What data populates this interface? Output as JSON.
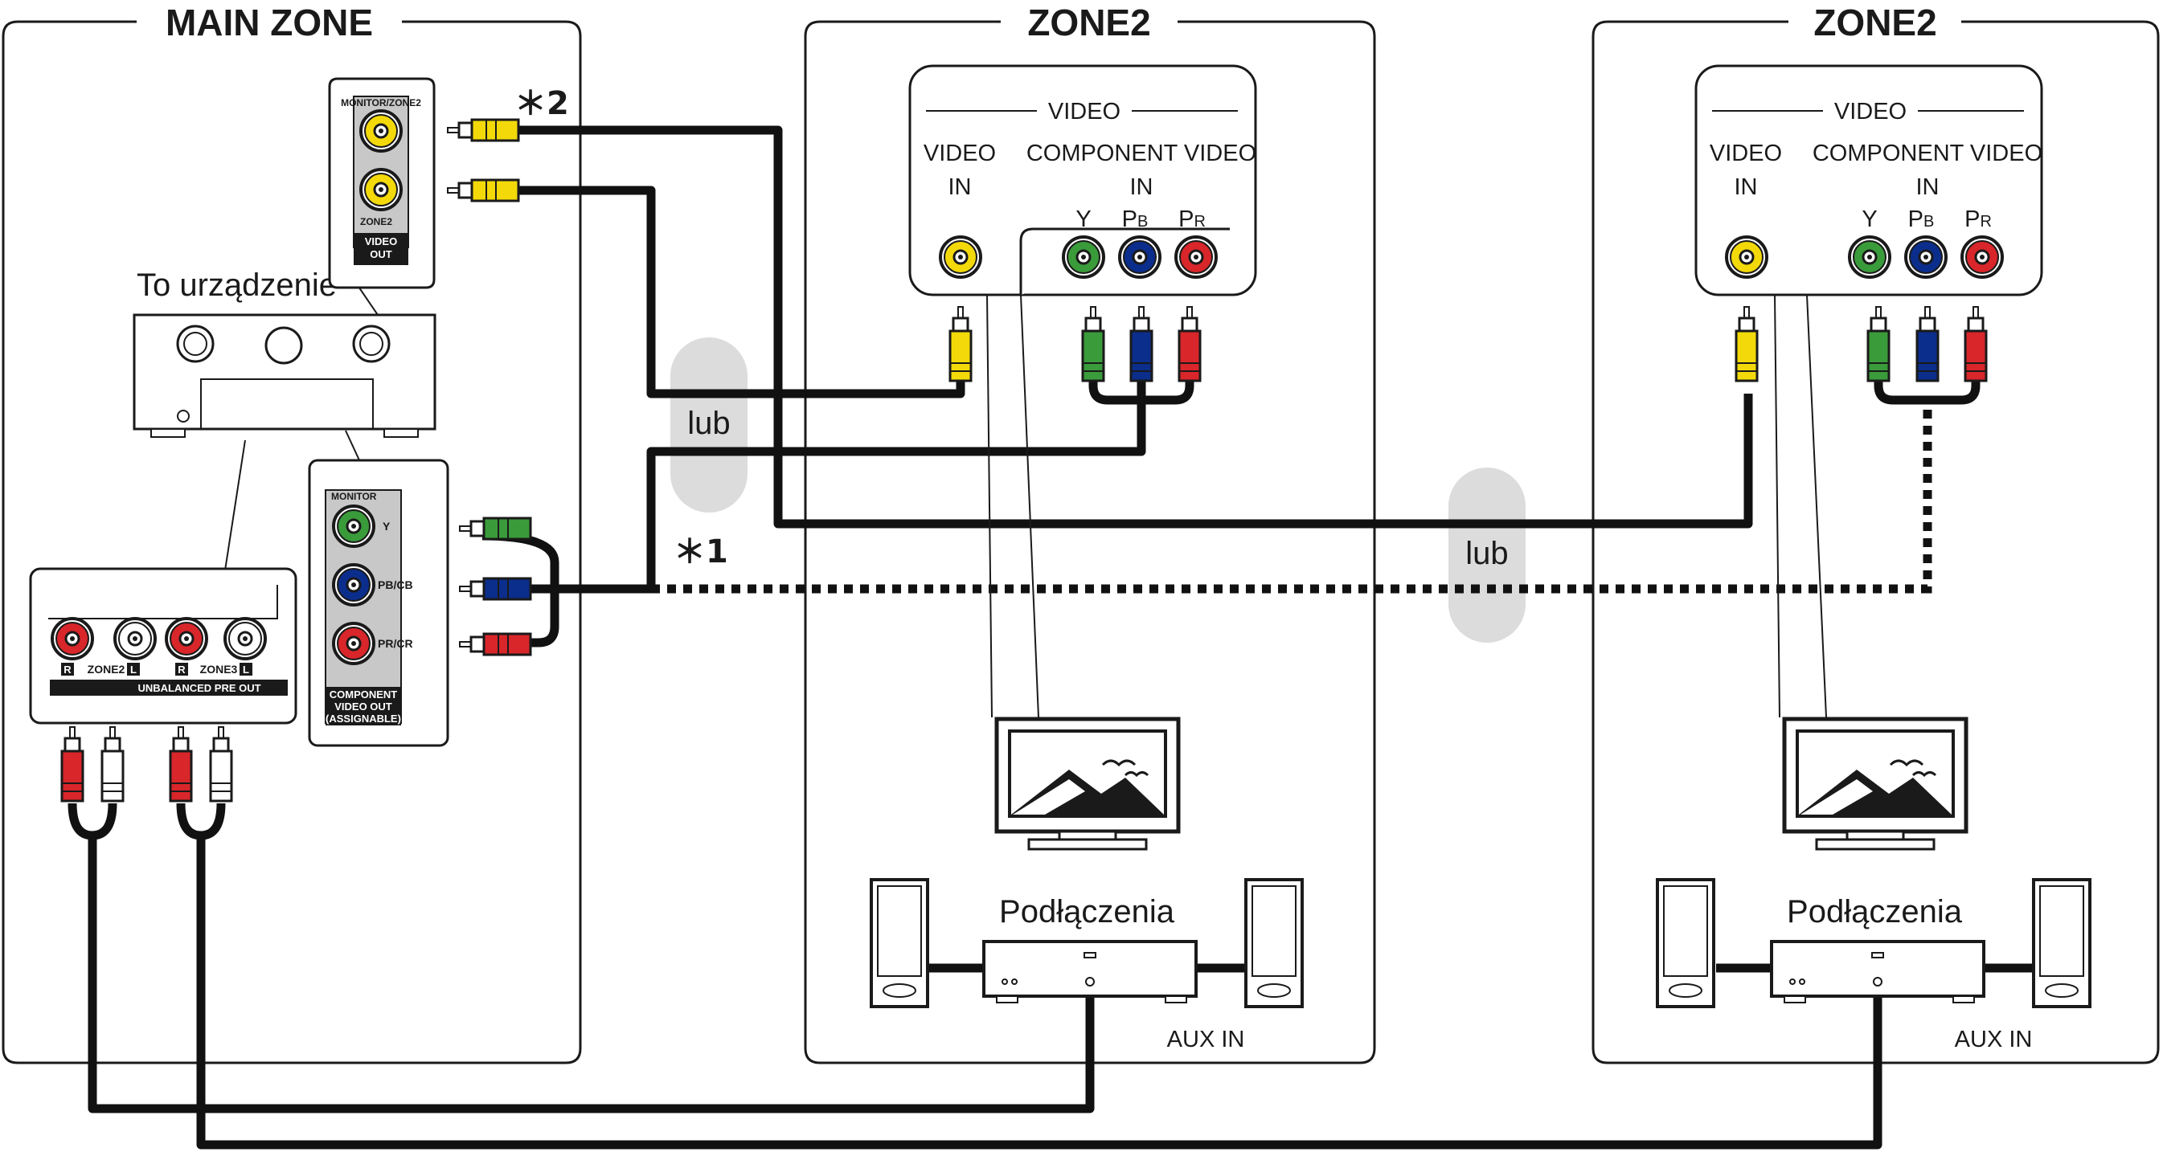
{
  "zones": {
    "main": "MAIN ZONE",
    "zone2_a": "ZONE2",
    "zone2_b": "ZONE2"
  },
  "device_label": "To urządzenie",
  "notes": {
    "n1": "＊1",
    "n2": "＊2"
  },
  "or_label": "lub",
  "receiver_panel": {
    "video_header": "VIDEO",
    "video_in": [
      "VIDEO",
      "IN"
    ],
    "component_in": [
      "COMPONENT VIDEO",
      "IN"
    ],
    "y": "Y",
    "pb": "P",
    "pb_sub": "B",
    "pr": "P",
    "pr_sub": "R"
  },
  "video_out_panel": {
    "monitor_zone2": "MONITOR/ZONE2",
    "zone2": "ZONE2",
    "video": "VIDEO",
    "out": "OUT"
  },
  "component_out_panel": {
    "monitor": "MONITOR",
    "y": "Y",
    "pb": "PB/CB",
    "pr": "PR/CR",
    "line1": "COMPONENT",
    "line2": "VIDEO OUT",
    "line3": "(ASSIGNABLE)"
  },
  "pre_out_panel": {
    "r": "R",
    "l": "L",
    "zone2": "ZONE2",
    "zone3": "ZONE3",
    "title": "UNBALANCED PRE OUT"
  },
  "amp_label": "Podłączenia",
  "aux_in": "AUX IN",
  "colors": {
    "yellow": "#f3d90a",
    "green": "#3a9b3a",
    "blue": "#0b2e8c",
    "red": "#d8262a",
    "white": "#ffffff",
    "lub_bg": "#dcdcdc"
  }
}
